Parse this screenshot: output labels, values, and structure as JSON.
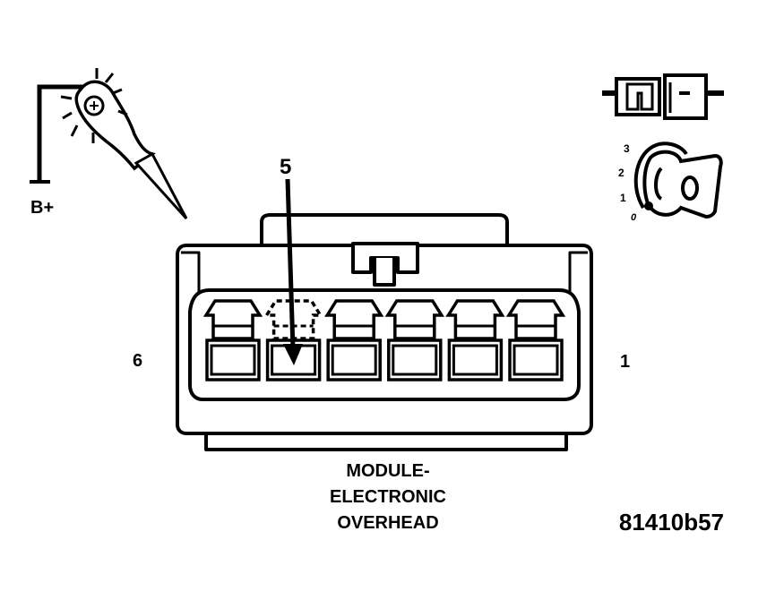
{
  "probe": {
    "supply_label": "B+"
  },
  "connector": {
    "pin_left_label": "6",
    "pin_right_label": "1",
    "test_pin_label": "5",
    "cavity_count": 6,
    "test_cavity_index": 1
  },
  "component_name": {
    "line1": "MODULE-",
    "line2": "ELECTRONIC",
    "line3": "OVERHEAD"
  },
  "ignition_switch": {
    "positions": [
      "3",
      "2",
      "1",
      "0"
    ]
  },
  "figure_id": "81410b57",
  "colors": {
    "ink": "#000000",
    "paper": "#ffffff"
  }
}
